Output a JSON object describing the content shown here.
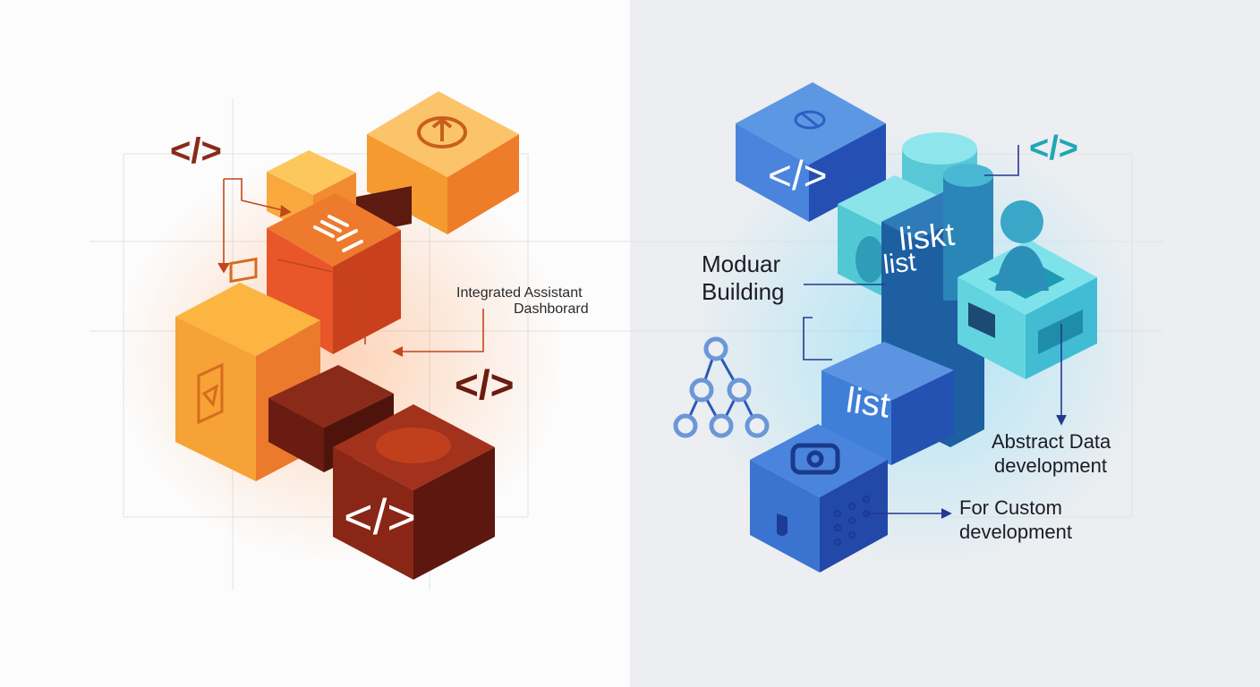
{
  "code_symbol": "</>",
  "labels": {
    "integrated_assistant": "Integrated Assistant",
    "dashboard": "Dashborard",
    "modular": "Moduar",
    "building": "Building",
    "abstract_data": "Abstract Data",
    "abstract_development": "development",
    "for_custom": "For Custom",
    "custom_development": "development"
  },
  "block_text": {
    "liskt": "liskt",
    "list_small": "list",
    "list_blue": "list"
  },
  "colors": {
    "orange_light": "#fbb13a",
    "orange": "#f08a2c",
    "orange_red": "#e5532a",
    "maroon": "#7a2416",
    "blue": "#3f7fd8",
    "teal": "#5fd3dd",
    "cyan_icon": "#1fa7b5",
    "arrow_orange": "#c2461e",
    "arrow_navy": "#23388f"
  }
}
